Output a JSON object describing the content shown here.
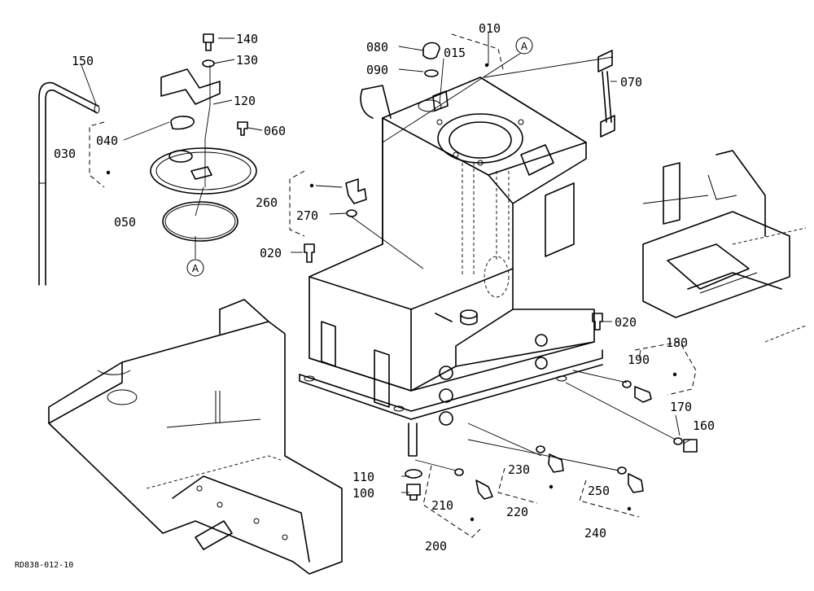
{
  "labels": {
    "p010": "010",
    "p015": "015",
    "p020a": "020",
    "p020b": "020",
    "p030": "030",
    "p040": "040",
    "p050": "050",
    "p060": "060",
    "p070": "070",
    "p080": "080",
    "p090": "090",
    "p100": "100",
    "p110": "110",
    "p120": "120",
    "p130": "130",
    "p140": "140",
    "p150": "150",
    "p160": "160",
    "p170": "170",
    "p180": "180",
    "p190": "190",
    "p200": "200",
    "p210": "210",
    "p220": "220",
    "p230": "230",
    "p240": "240",
    "p250": "250",
    "p260": "260",
    "p270": "270"
  },
  "reference_marks": {
    "a1": "A",
    "a2": "A"
  },
  "footer": {
    "drawing_code": "RD838-012-10"
  }
}
